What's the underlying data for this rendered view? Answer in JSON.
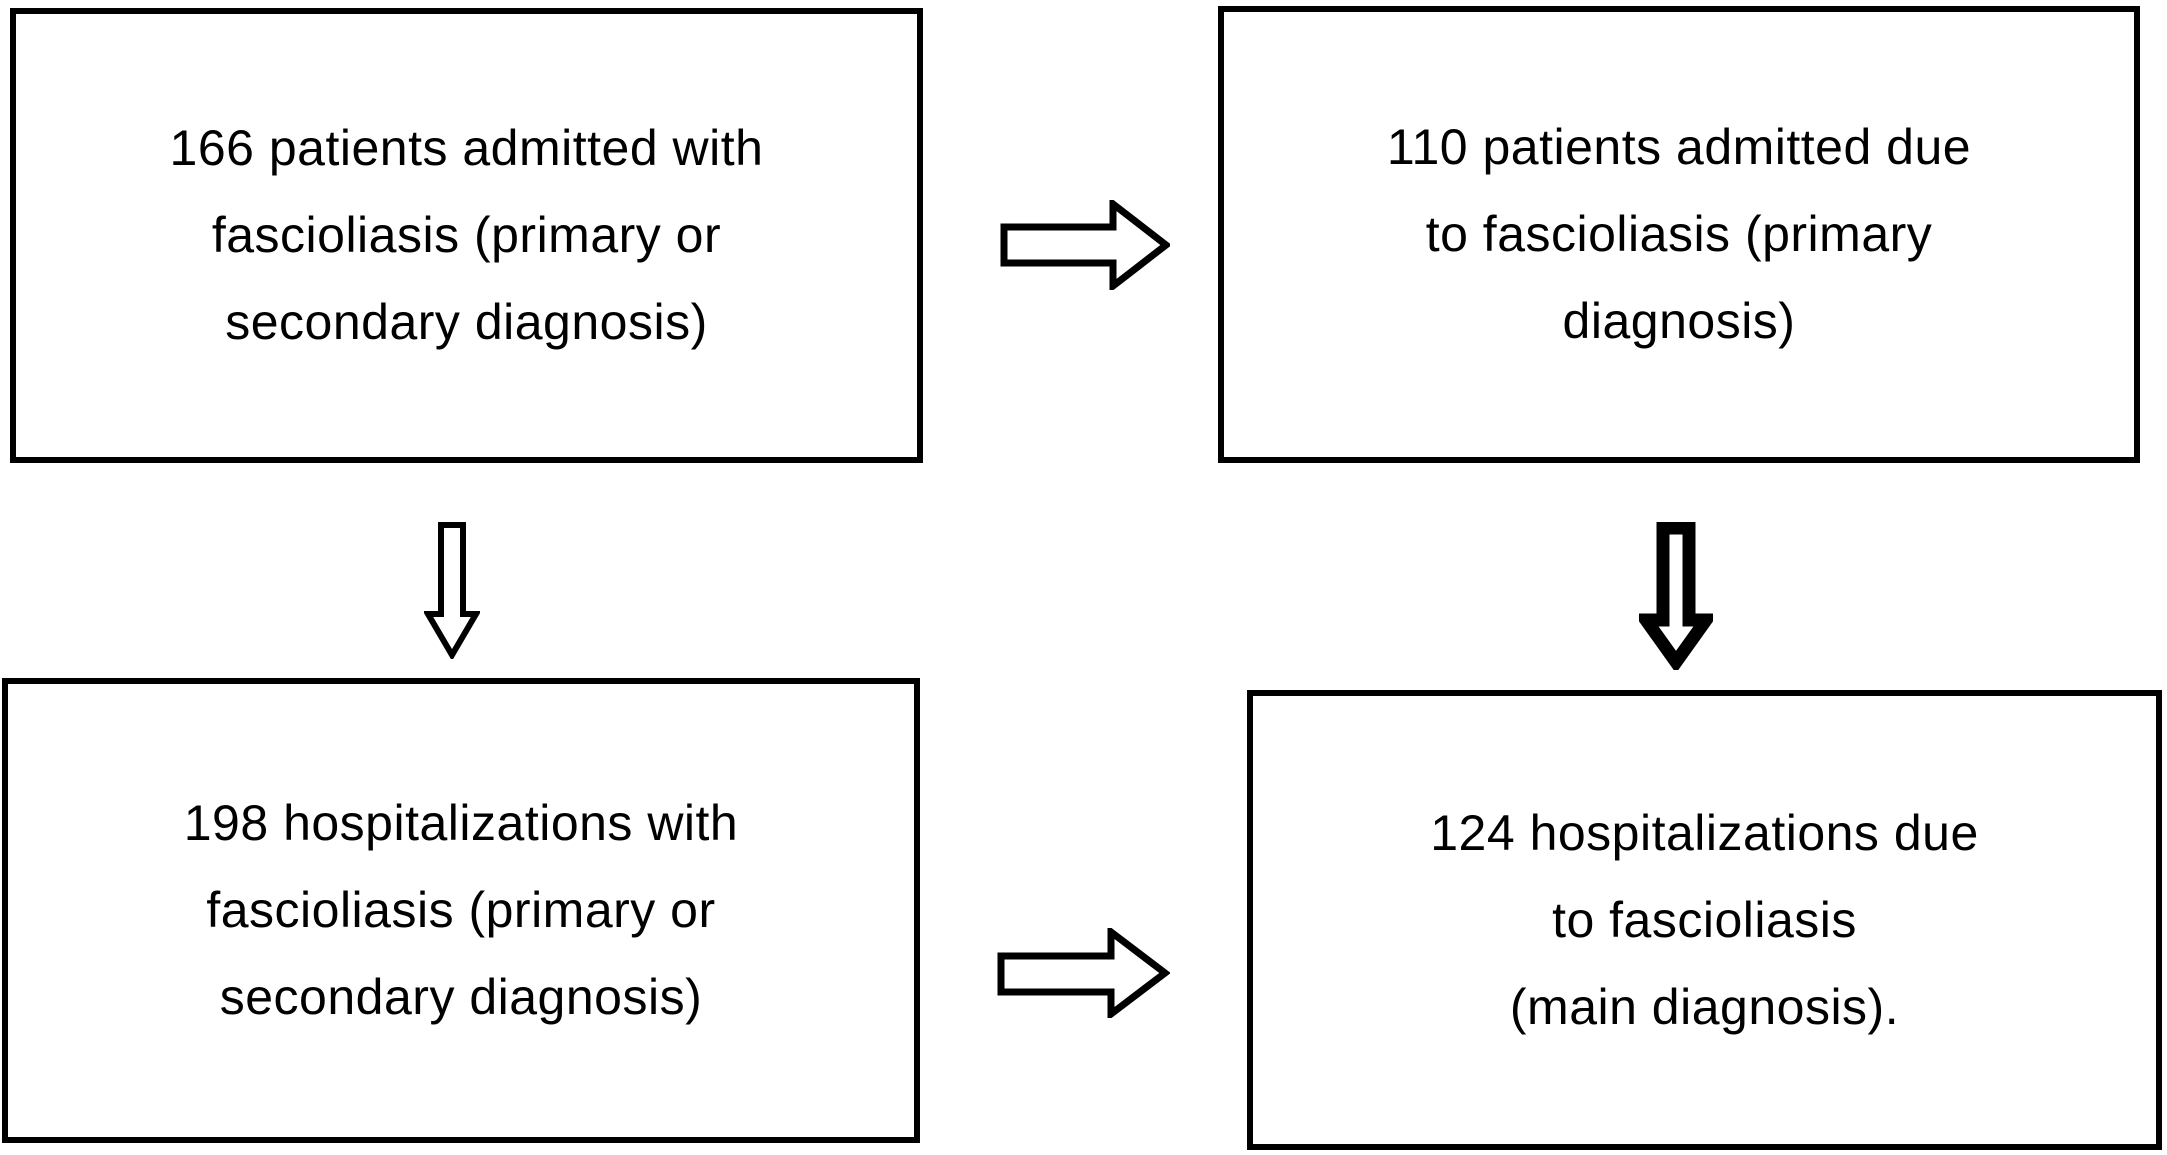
{
  "diagram": {
    "title": "fascioliasis admissions flow diagram",
    "background_color": "#ffffff",
    "line_color": "#000000",
    "boxes": [
      {
        "id": "patients-all",
        "text": "166 patients admitted with\nfascioliasis (primary or\nsecondary diagnosis)"
      },
      {
        "id": "patients-primary",
        "text": "110 patients admitted due\nto fascioliasis (primary\ndiagnosis)"
      },
      {
        "id": "hospitalizations-all",
        "text": "198 hospitalizations with\nfascioliasis (primary or\nsecondary diagnosis)"
      },
      {
        "id": "hospitalizations-primary",
        "text": "124 hospitalizations due\nto fascioliasis\n(main diagnosis)."
      }
    ],
    "arrows": [
      {
        "id": "arrow-top-right",
        "from": "patients-all",
        "to": "patients-primary",
        "direction": "right",
        "style": "hollow-thin"
      },
      {
        "id": "arrow-left-down",
        "from": "patients-all",
        "to": "hospitalizations-all",
        "direction": "down",
        "style": "hollow-thin"
      },
      {
        "id": "arrow-right-down",
        "from": "patients-primary",
        "to": "hospitalizations-primary",
        "direction": "down",
        "style": "hollow-bold"
      },
      {
        "id": "arrow-bottom-right",
        "from": "hospitalizations-all",
        "to": "hospitalizations-primary",
        "direction": "right",
        "style": "hollow-thin"
      }
    ]
  }
}
